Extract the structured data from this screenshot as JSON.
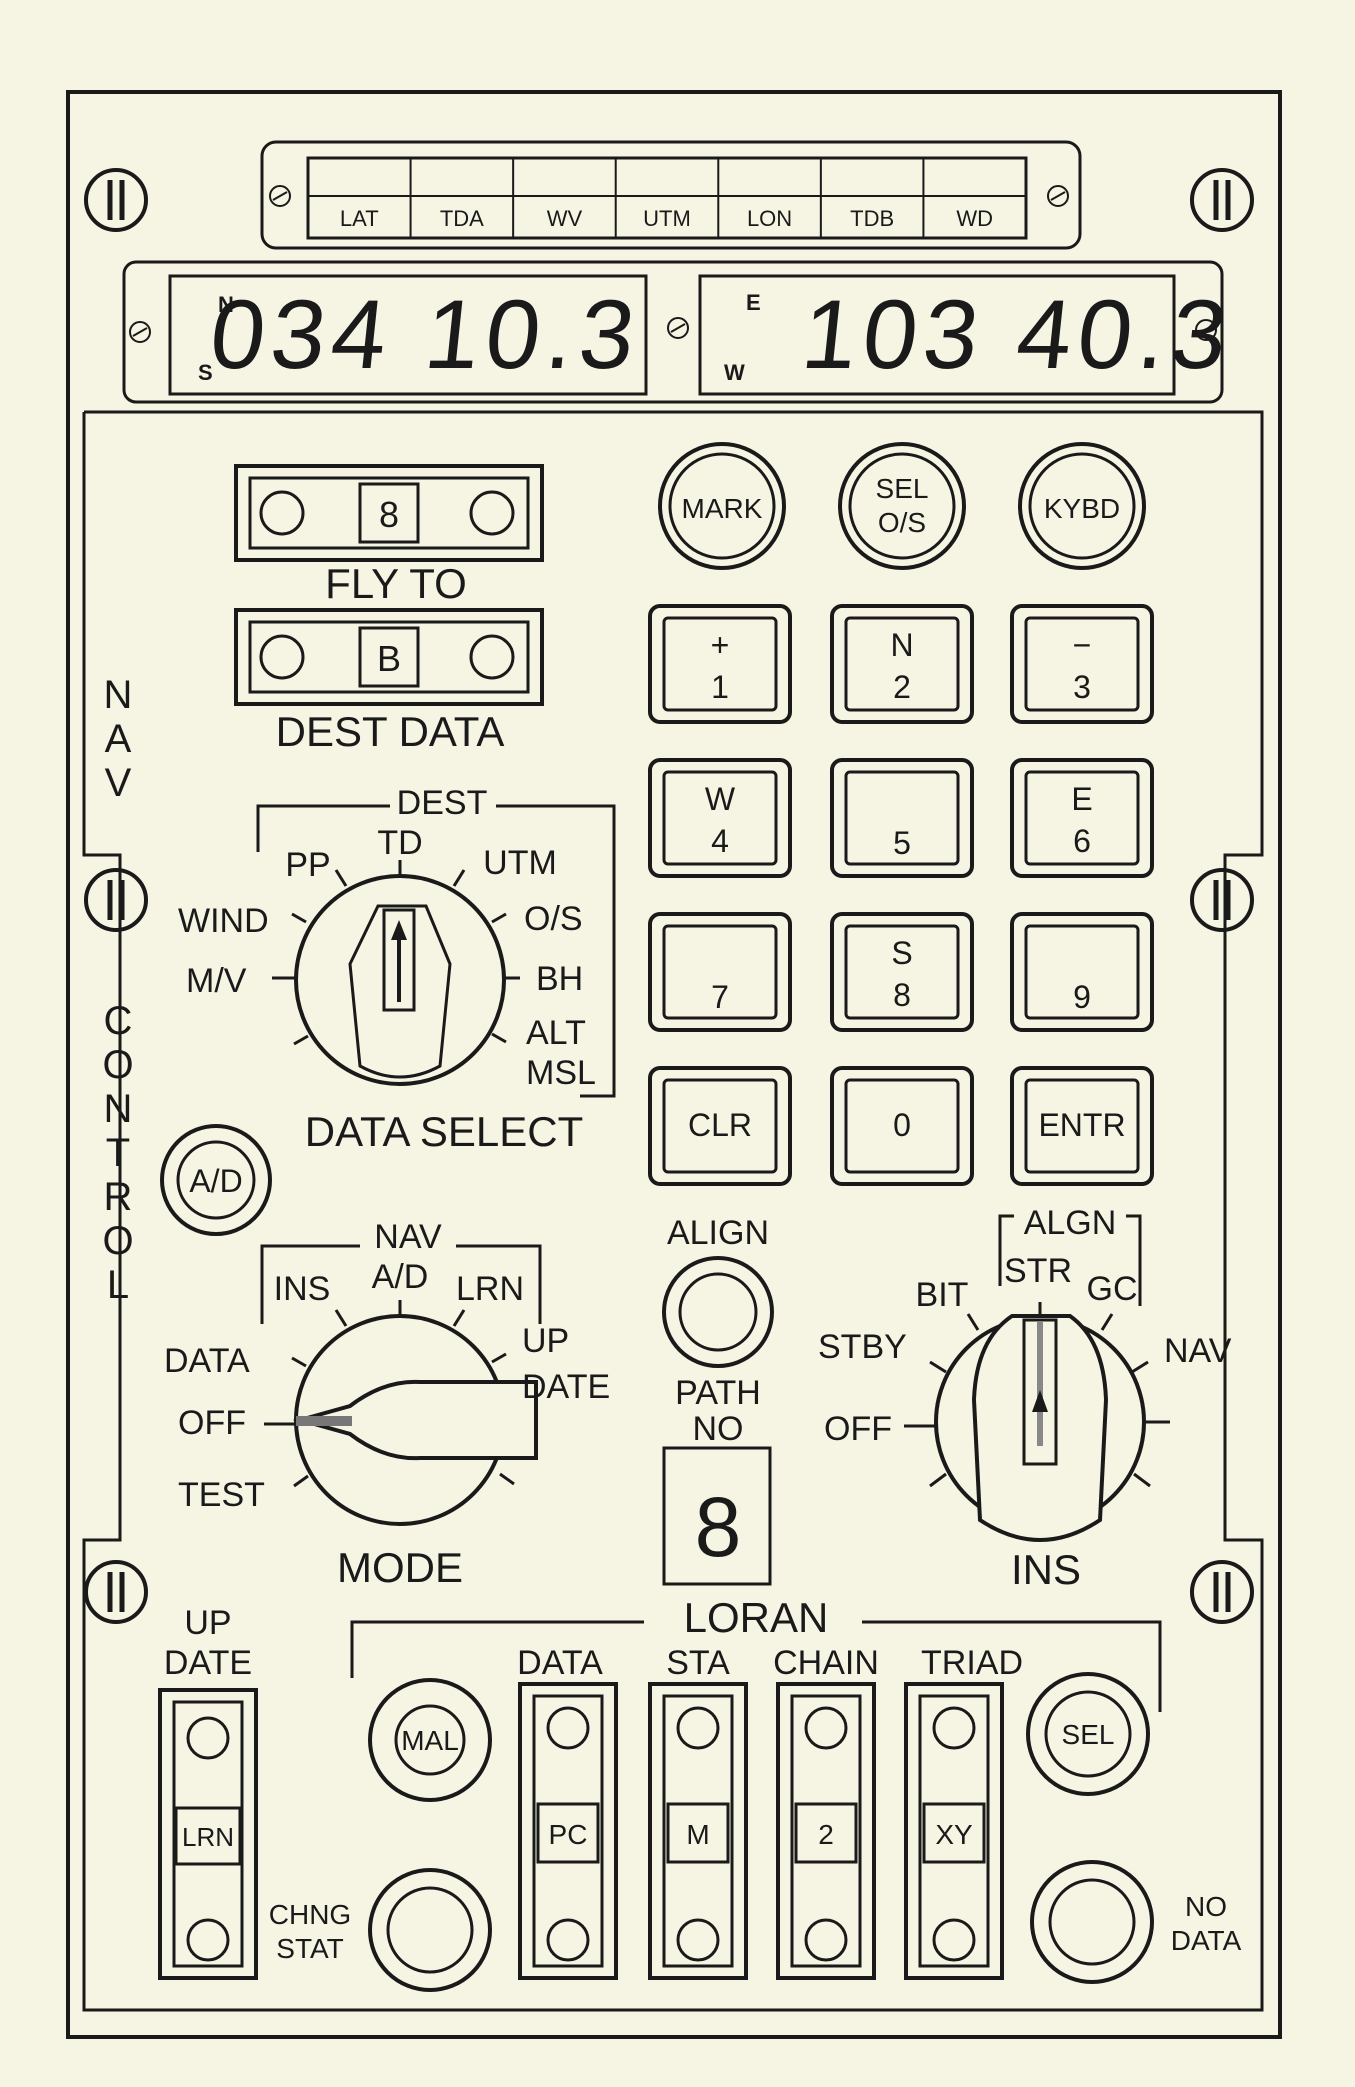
{
  "annunciator": {
    "labels": [
      "LAT",
      "TDA",
      "WV",
      "UTM",
      "LON",
      "TDB",
      "WD"
    ]
  },
  "display": {
    "left_top": "N",
    "left_bottom": "S",
    "left_value": "034 10.3",
    "right_top": "E",
    "right_bottom": "W",
    "right_value": "103 40.3"
  },
  "side_labels": {
    "nav": "NAV",
    "control": "CONTROL"
  },
  "fly_to": {
    "value": "8",
    "label": "FLY TO"
  },
  "dest_data": {
    "value": "B",
    "label": "DEST DATA"
  },
  "top_buttons": [
    "MARK",
    "SEL O/S",
    "KYBD"
  ],
  "keypad": [
    {
      "top": "+",
      "bottom": "1"
    },
    {
      "top": "N",
      "bottom": "2"
    },
    {
      "top": "−",
      "bottom": "3"
    },
    {
      "top": "W",
      "bottom": "4"
    },
    {
      "top": "",
      "bottom": "5"
    },
    {
      "top": "E",
      "bottom": "6"
    },
    {
      "top": "",
      "bottom": "7"
    },
    {
      "top": "S",
      "bottom": "8"
    },
    {
      "top": "",
      "bottom": "9"
    },
    {
      "top": "",
      "bottom": "CLR"
    },
    {
      "top": "",
      "bottom": "0"
    },
    {
      "top": "",
      "bottom": "ENTR"
    }
  ],
  "data_select": {
    "label": "DATA SELECT",
    "dest": "DEST",
    "positions": [
      "PP",
      "TD",
      "UTM",
      "O/S",
      "BH",
      "ALT",
      "MSL",
      "WIND",
      "M/V"
    ]
  },
  "ad_button": {
    "label": "A/D"
  },
  "mode": {
    "label": "MODE",
    "nav": "NAV",
    "positions": [
      "INS",
      "A/D",
      "LRN",
      "UP",
      "DATE",
      "DATA",
      "OFF",
      "TEST"
    ]
  },
  "align": {
    "label": "ALIGN"
  },
  "path_no": {
    "label_1": "PATH",
    "label_2": "NO",
    "value": "8"
  },
  "ins": {
    "label": "INS",
    "algn": "ALGN",
    "positions": [
      "BIT",
      "STR",
      "GC",
      "STBY",
      "NAV",
      "OFF"
    ]
  },
  "update": {
    "label_1": "UP",
    "label_2": "DATE",
    "value": "LRN"
  },
  "loran": {
    "label": "LORAN",
    "columns": [
      "DATA",
      "STA",
      "CHAIN",
      "TRIAD"
    ],
    "values": [
      "PC",
      "M",
      "2",
      "XY"
    ],
    "mal": "MAL",
    "sel": "SEL",
    "chng_1": "CHNG",
    "chng_2": "STAT",
    "no_1": "NO",
    "no_2": "DATA"
  }
}
